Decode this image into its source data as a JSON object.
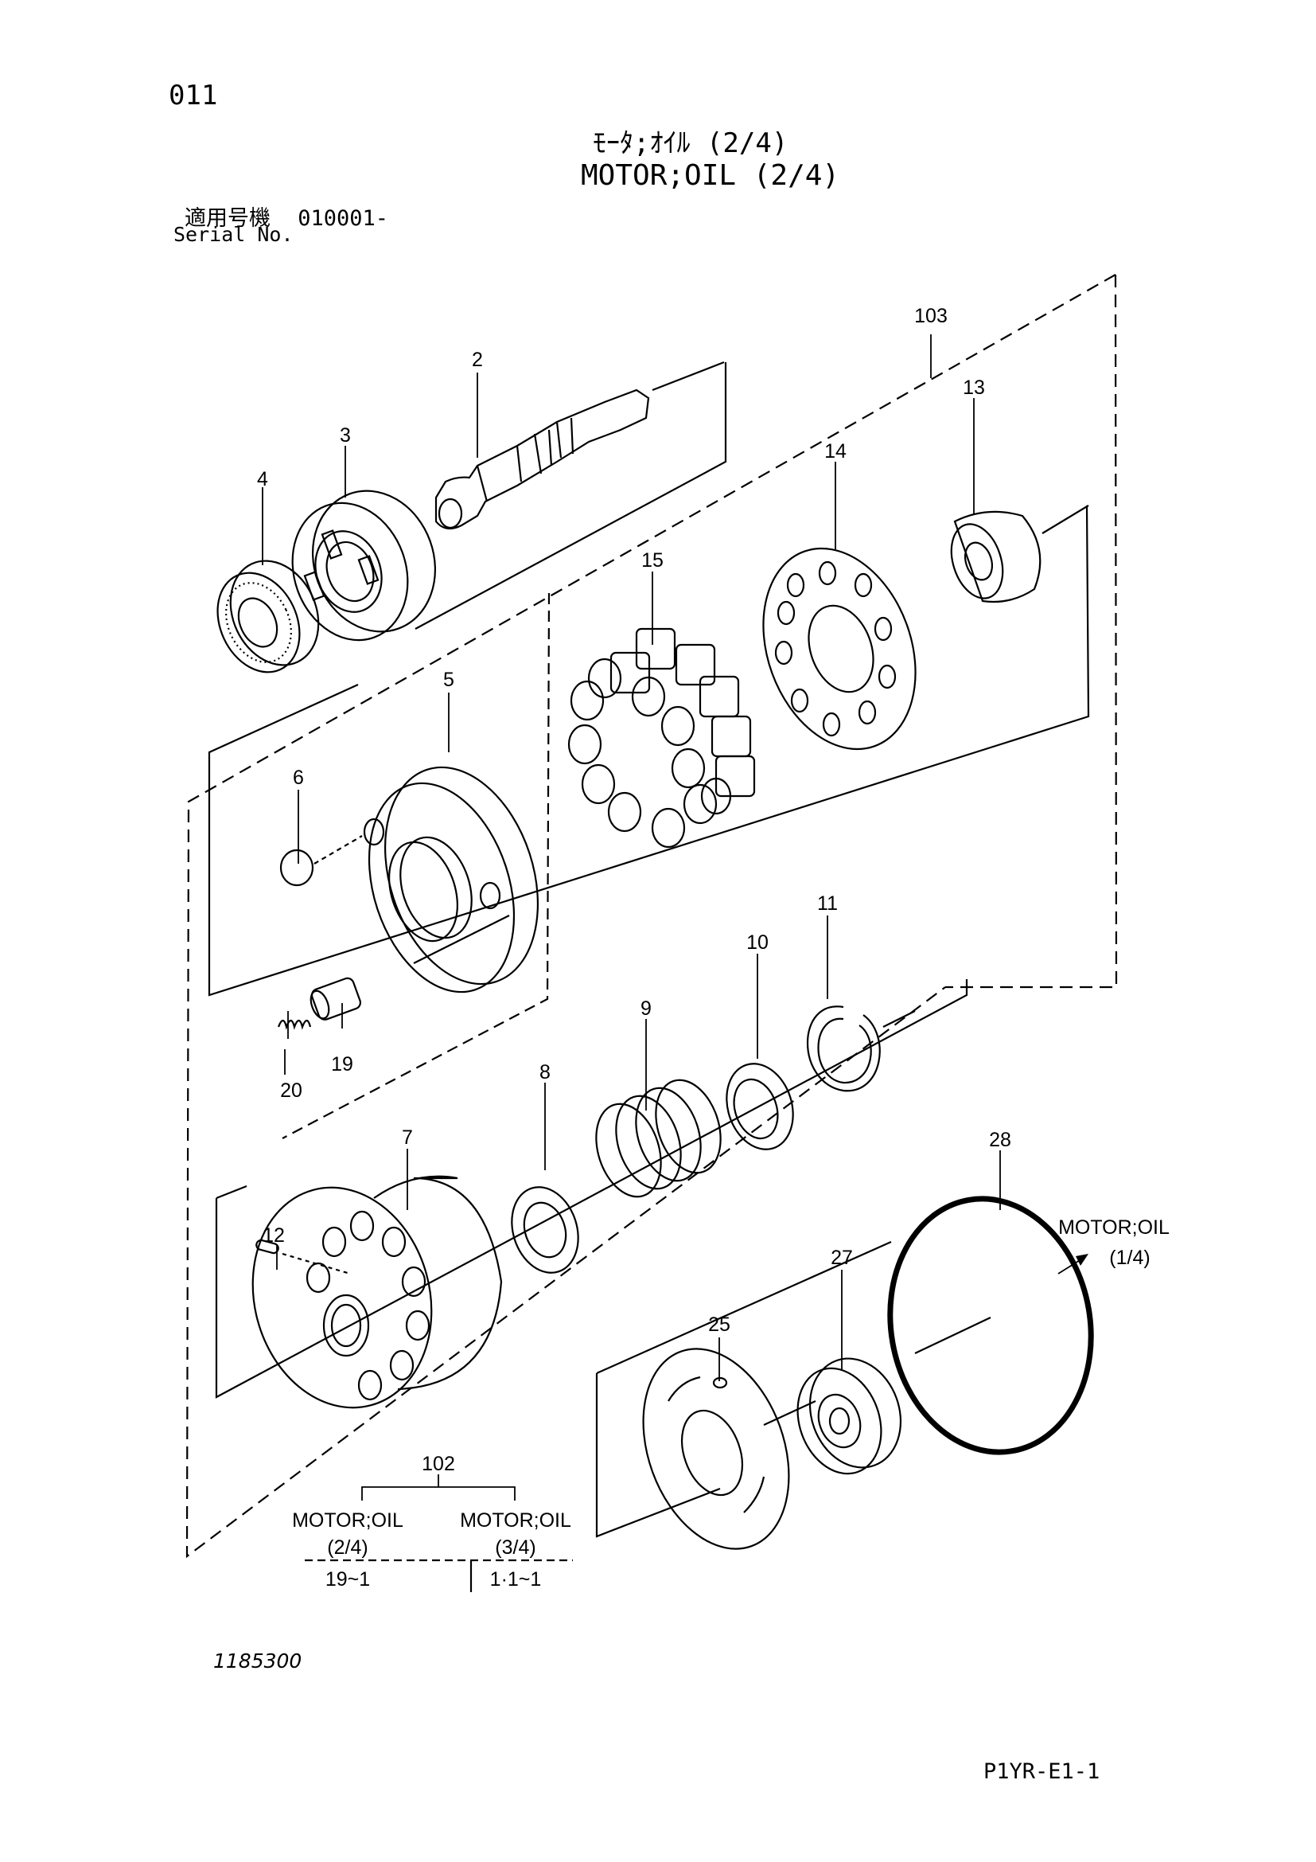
{
  "header": {
    "page_number": "011",
    "title_jp": "ﾓｰﾀ;ｵｲﾙ (2/4)",
    "title_en": "MOTOR;OIL (2/4)",
    "serial_label_jp": "適用号機",
    "serial_value": "010001-",
    "serial_label_en": "Serial No."
  },
  "callouts": {
    "p2": "2",
    "p3": "3",
    "p4": "4",
    "p5": "5",
    "p6": "6",
    "p7": "7",
    "p8": "8",
    "p9": "9",
    "p10": "10",
    "p11": "11",
    "p12": "12",
    "p13": "13",
    "p14": "14",
    "p15": "15",
    "p19": "19",
    "p20": "20",
    "p25": "25",
    "p27": "27",
    "p28": "28",
    "p102": "102",
    "p103": "103"
  },
  "cross_ref": {
    "right_ref_label": "MOTOR;OIL",
    "right_ref_page": "(1/4)",
    "left_ref_label": "MOTOR;OIL",
    "left_ref_page": "(2/4)",
    "left_ref_range": "19~1",
    "center_ref_label": "MOTOR;OIL",
    "center_ref_page": "(3/4)",
    "center_ref_range": "1·1~1"
  },
  "footer": {
    "drawing_number": "1185300",
    "reference_code": "P1YR-E1-1"
  }
}
